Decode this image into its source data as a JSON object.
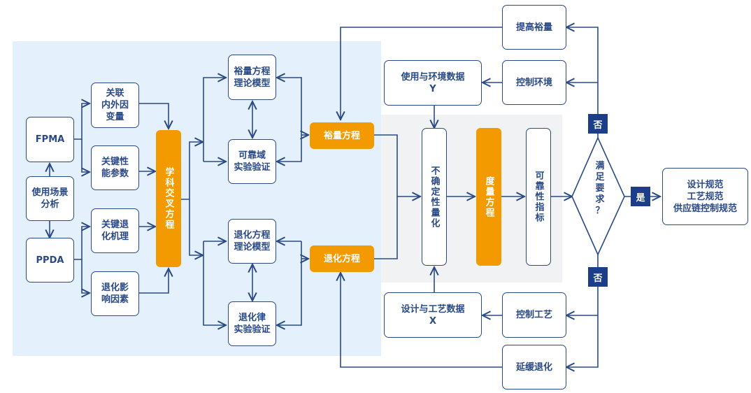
{
  "colors": {
    "line": "#2a4a86",
    "orange": "#f29a00",
    "tag_bg": "#1b3d8a",
    "region_blue": "#e4f0fb",
    "region_gray": "#f1f2f3"
  },
  "nodes": {
    "fpma": "FPMA",
    "scenario": "使用场景\n分析",
    "ppda": "PPDA",
    "internal_external": "关联\n内外因\n变量",
    "key_params": "关键性\n能参数",
    "key_degradation": "关键退\n化机理",
    "degradation_factors": "退化影\n响因素",
    "interdisciplinary": "学科交叉方程",
    "margin_theory": "裕量方程\n理论模型",
    "reliable_domain": "可靠域\n实验验证",
    "degradation_theory": "退化方程\n理论模型",
    "degradation_law": "退化律\n实验验证",
    "margin_eq": "裕量方程",
    "degradation_eq": "退化方程",
    "env_data": "使用与环境数据\nY",
    "design_data": "设计与工艺数据\nX",
    "uncertainty": "不确定性量化",
    "metric_eq": "度量方程",
    "reliability_index": "可靠性指标",
    "improve_margin": "提高裕量",
    "control_env": "控制环境",
    "control_process": "控制工艺",
    "delay_degradation": "延缓退化",
    "decision": "满\n足\n要\n求\n？",
    "output_specs": "设计规范\n工艺规范\n供应链控制规范"
  },
  "tags": {
    "no_top": "否",
    "no_bottom": "否",
    "yes": "是"
  }
}
